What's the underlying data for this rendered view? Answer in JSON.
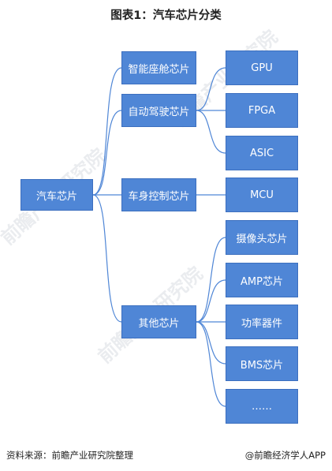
{
  "title": "图表1：汽车芯片分类",
  "root": "汽车芯片",
  "level1": [
    "智能座舱芯片",
    "自动驾驶芯片",
    "车身控制芯片",
    "其他芯片"
  ],
  "level2": [
    "GPU",
    "FPGA",
    "ASIC",
    "MCU",
    "摄像头芯片",
    "AMP芯片",
    "功率器件",
    "BMS芯片",
    "……"
  ],
  "watermark": "前瞻产业研究院",
  "footer": {
    "source": "资料来源：前瞻产业研究院整理",
    "brand": "@前瞻经济学人APP"
  },
  "colors": {
    "box": "#4f86d6",
    "line": "#4f86d6"
  }
}
